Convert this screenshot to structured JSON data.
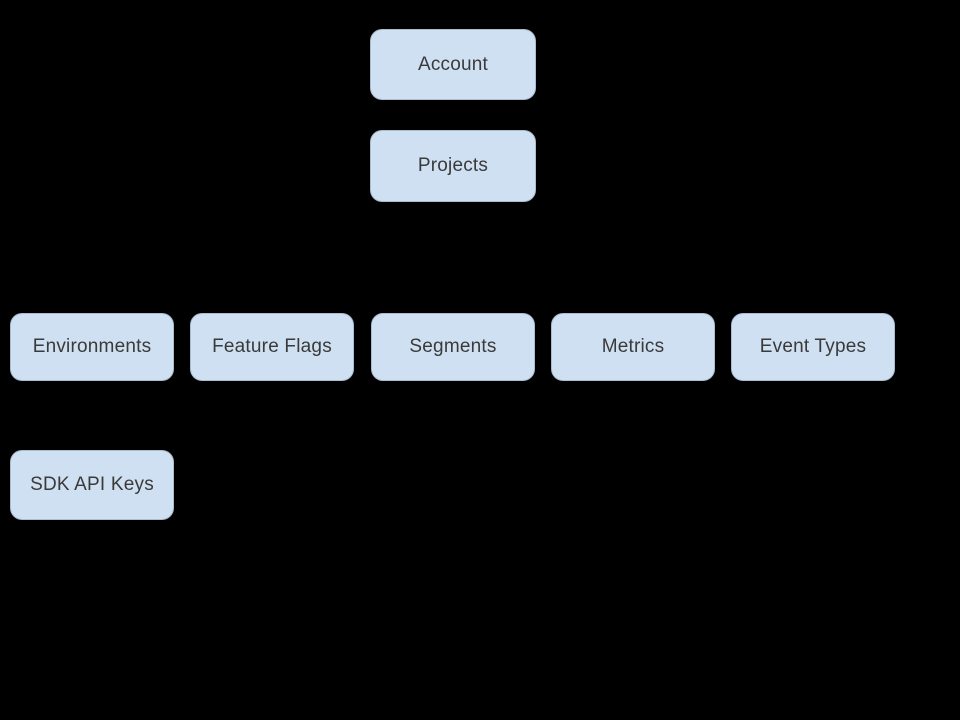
{
  "diagram": {
    "background_color": "#000000",
    "node_fill_color": "#cfe0f2",
    "node_text_color": "#3a3a3a",
    "nodes": [
      {
        "id": "account",
        "label": "Account"
      },
      {
        "id": "projects",
        "label": "Projects"
      },
      {
        "id": "environments",
        "label": "Environments"
      },
      {
        "id": "feature-flags",
        "label": "Feature Flags"
      },
      {
        "id": "segments",
        "label": "Segments"
      },
      {
        "id": "metrics",
        "label": "Metrics"
      },
      {
        "id": "event-types",
        "label": "Event Types"
      },
      {
        "id": "sdk-api-keys",
        "label": "SDK API Keys"
      }
    ]
  }
}
